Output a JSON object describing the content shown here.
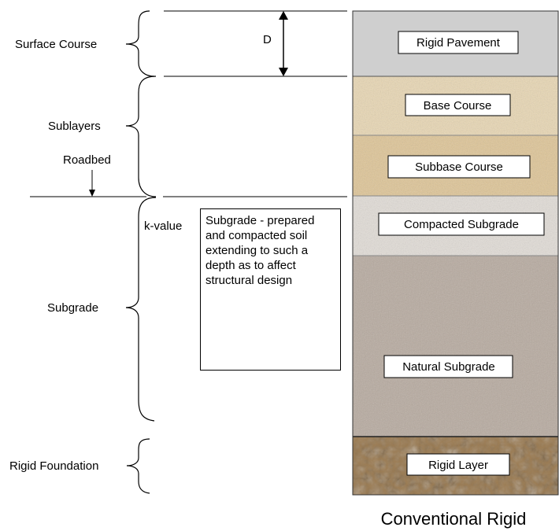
{
  "left_labels": {
    "surface_course": "Surface Course",
    "sublayers": "Sublayers",
    "roadbed": "Roadbed",
    "subgrade": "Subgrade",
    "rigid_foundation": "Rigid Foundation",
    "k_value": "k-value",
    "d_dimension": "D"
  },
  "description": "Subgrade - prepared and compacted soil extending to such a depth as to affect structural design",
  "layers": [
    {
      "name": "Rigid Pavement",
      "color": "#cfcfcf"
    },
    {
      "name": "Base Course",
      "color": "#e9d7b3"
    },
    {
      "name": "Subbase Course",
      "color": "#dfc596"
    },
    {
      "name": "Compacted Subgrade",
      "color": "#e2ddd7"
    },
    {
      "name": "Natural Subgrade",
      "color": "#b7aa9f"
    },
    {
      "name": "Rigid Layer",
      "color": "#9c7d55"
    }
  ],
  "caption": "Conventional Rigid"
}
